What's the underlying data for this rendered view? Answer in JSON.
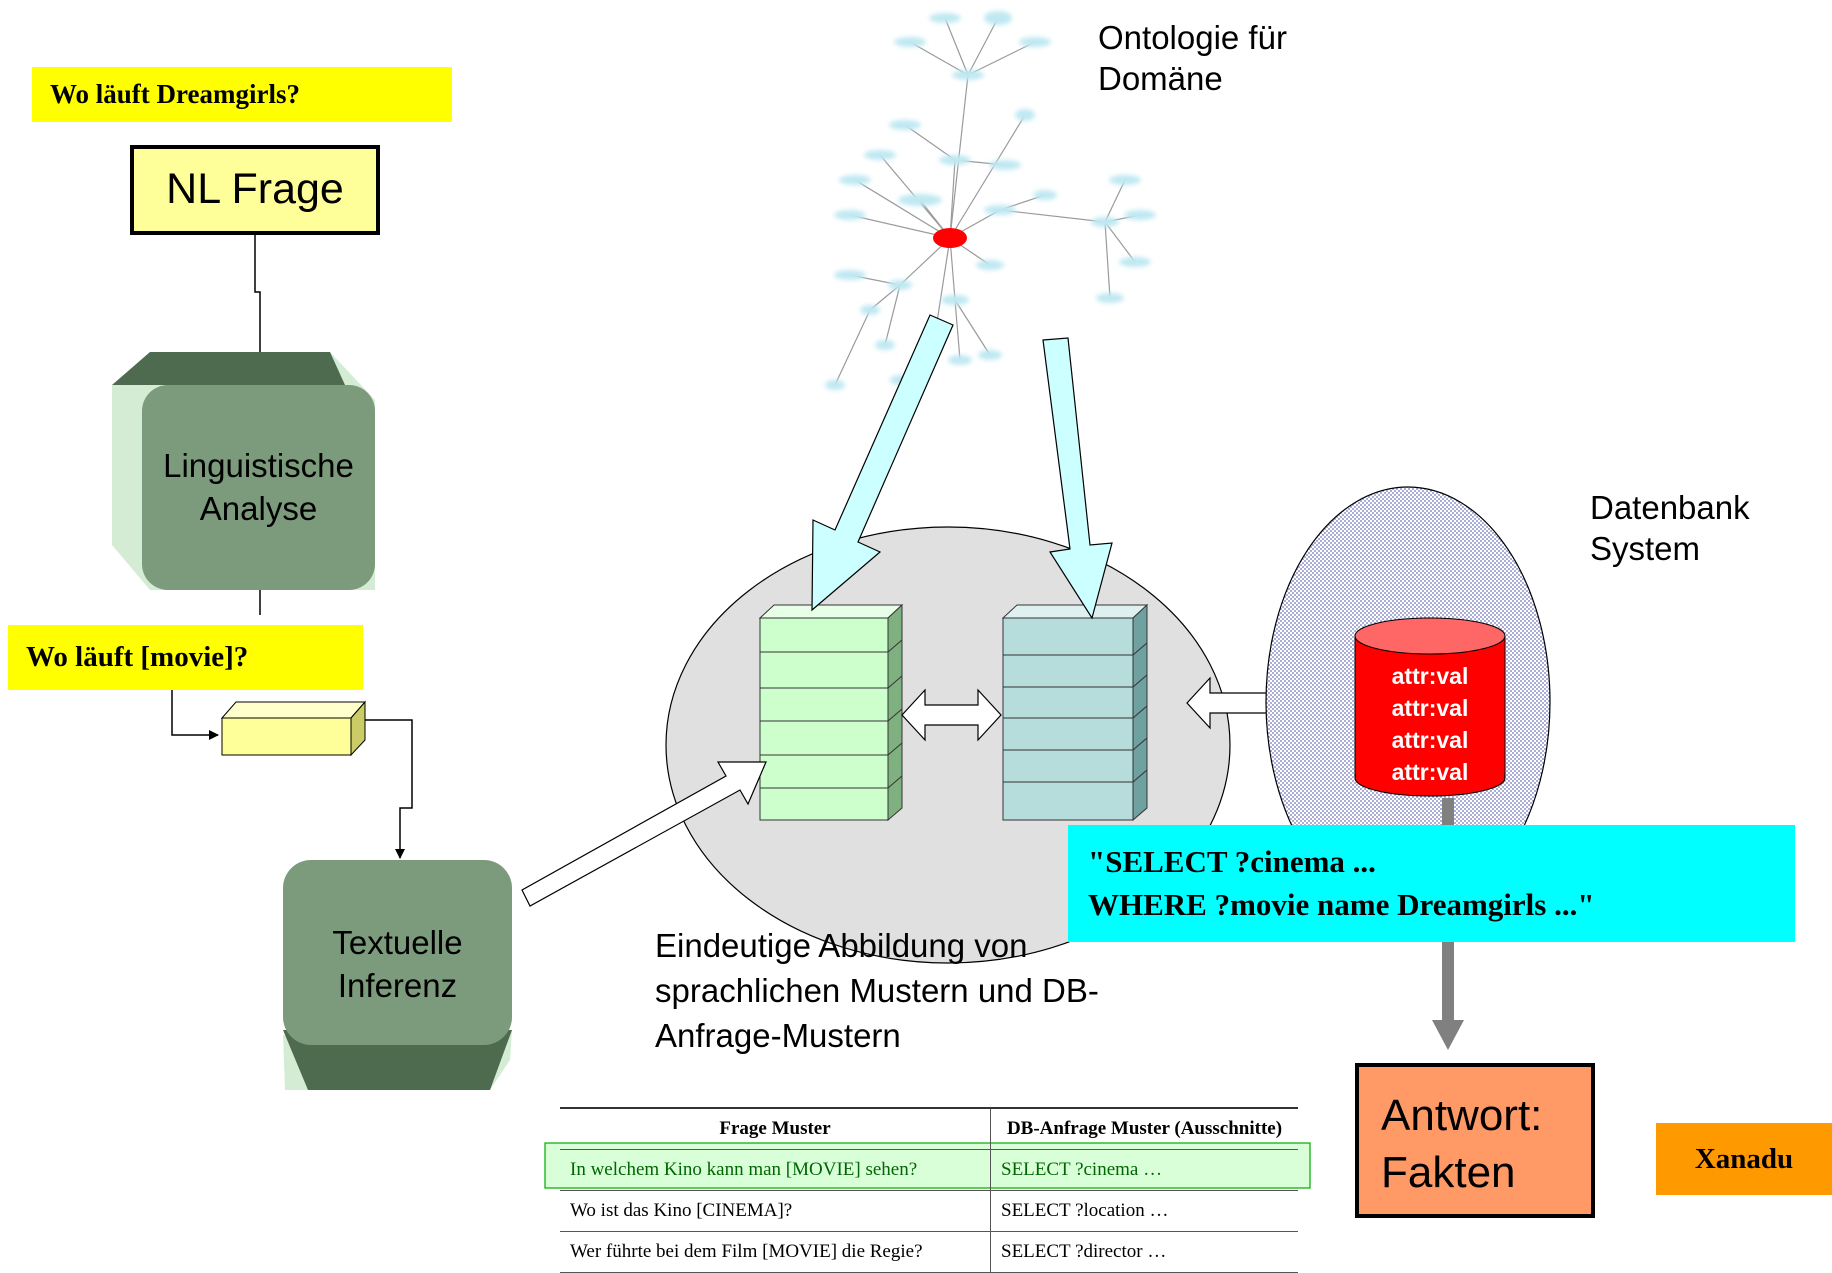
{
  "question_example": "Wo läuft Dreamgirls?",
  "nl_question_box": "NL Frage",
  "linguistic_box": [
    "Linguistische",
    "Analyse"
  ],
  "template_example": "Wo läuft [movie]?",
  "inference_box": [
    "Textuelle",
    "Inferenz"
  ],
  "ontology_label": [
    "Ontologie für",
    "Domäne"
  ],
  "database_label": [
    "Datenbank",
    "System"
  ],
  "db_values": [
    "attr:val",
    "attr:val",
    "attr:val",
    "attr:val"
  ],
  "sparql_query": [
    "\"SELECT ?cinema ...",
    "WHERE ?movie name Dreamgirls ...\""
  ],
  "mapping_caption": [
    "Eindeutige Abbildung von",
    "sprachlichen Mustern und DB-",
    "Anfrage-Mustern"
  ],
  "answer_box": [
    "Antwort:",
    "Fakten"
  ],
  "system_tag": "Xanadu",
  "pattern_table": {
    "headers": [
      "Frage Muster",
      "DB-Anfrage Muster (Ausschnitte)"
    ],
    "rows": [
      [
        "In welchem Kino kann man [MOVIE] sehen?",
        "SELECT ?cinema …"
      ],
      [
        "Wo ist das Kino [CINEMA]?",
        "SELECT ?location …"
      ],
      [
        "Wer führte bei dem Film [MOVIE] die Regie?",
        "SELECT ?director …"
      ]
    ],
    "highlighted_row": 0
  },
  "colors": {
    "yellow_tag": "#ffff00",
    "light_yellow_box": "#ffff99",
    "analysis_green": "#7c9a7c",
    "mapping_ellipse": "#e0e0e0",
    "stack_green": "#ccffcc",
    "stack_teal": "#b7dcdc",
    "arrow_fill": "#ccffff",
    "db_red": "#ff0000",
    "query_cyan": "#00ffff",
    "answer_orange": "#ff9966",
    "xanadu_orange": "#ff9900"
  }
}
